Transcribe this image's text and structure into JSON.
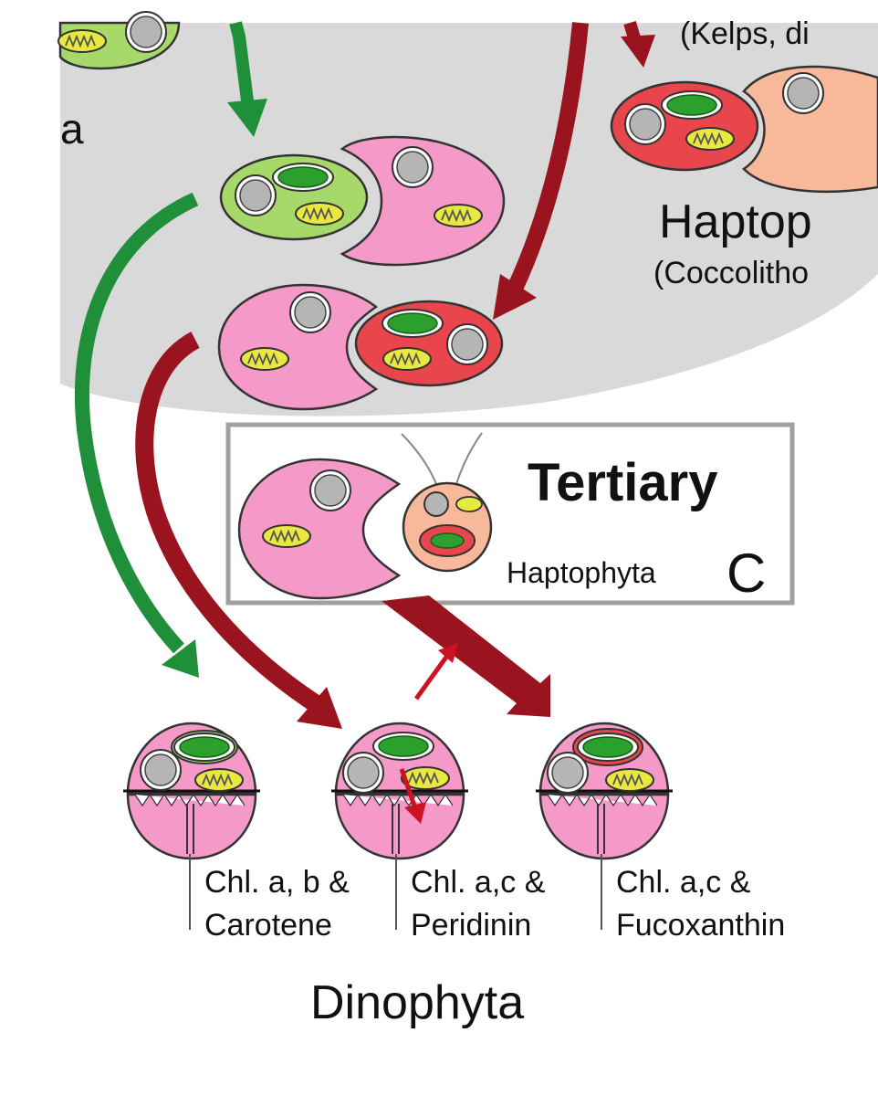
{
  "labels": {
    "top_partial_a": "a",
    "kelps_partial": "(Kelps, di",
    "haptophyta_partial": "Haptop",
    "coccolitho_partial": "(Coccolitho",
    "tertiary": "Tertiary",
    "haptophyta": "Haptophyta",
    "letter_c": "C",
    "pigment_1_line1": "Chl. a, b &",
    "pigment_1_line2": "Carotene",
    "pigment_2_line1": "Chl. a,c &",
    "pigment_2_line2": "Peridinin",
    "pigment_3_line1": "Chl. a,c &",
    "pigment_3_line2": "Fucoxanthin",
    "dinophyta": "Dinophyta"
  },
  "colors": {
    "background_blob": "#d9d9d9",
    "green_plastid_host": "#a6d96a",
    "red_plastid_host": "#e8454c",
    "pink_host": "#f59ac8",
    "peach_haptophyte": "#f8b89a",
    "chloroplast": "#2ca02c",
    "mitochondrion": "#e8e840",
    "nucleus": "#b5b5b5",
    "green_arrow": "#1f8f3a",
    "red_arrow": "#99141e",
    "small_red_arrow": "#cc1122",
    "box_border": "#a0a0a0"
  }
}
